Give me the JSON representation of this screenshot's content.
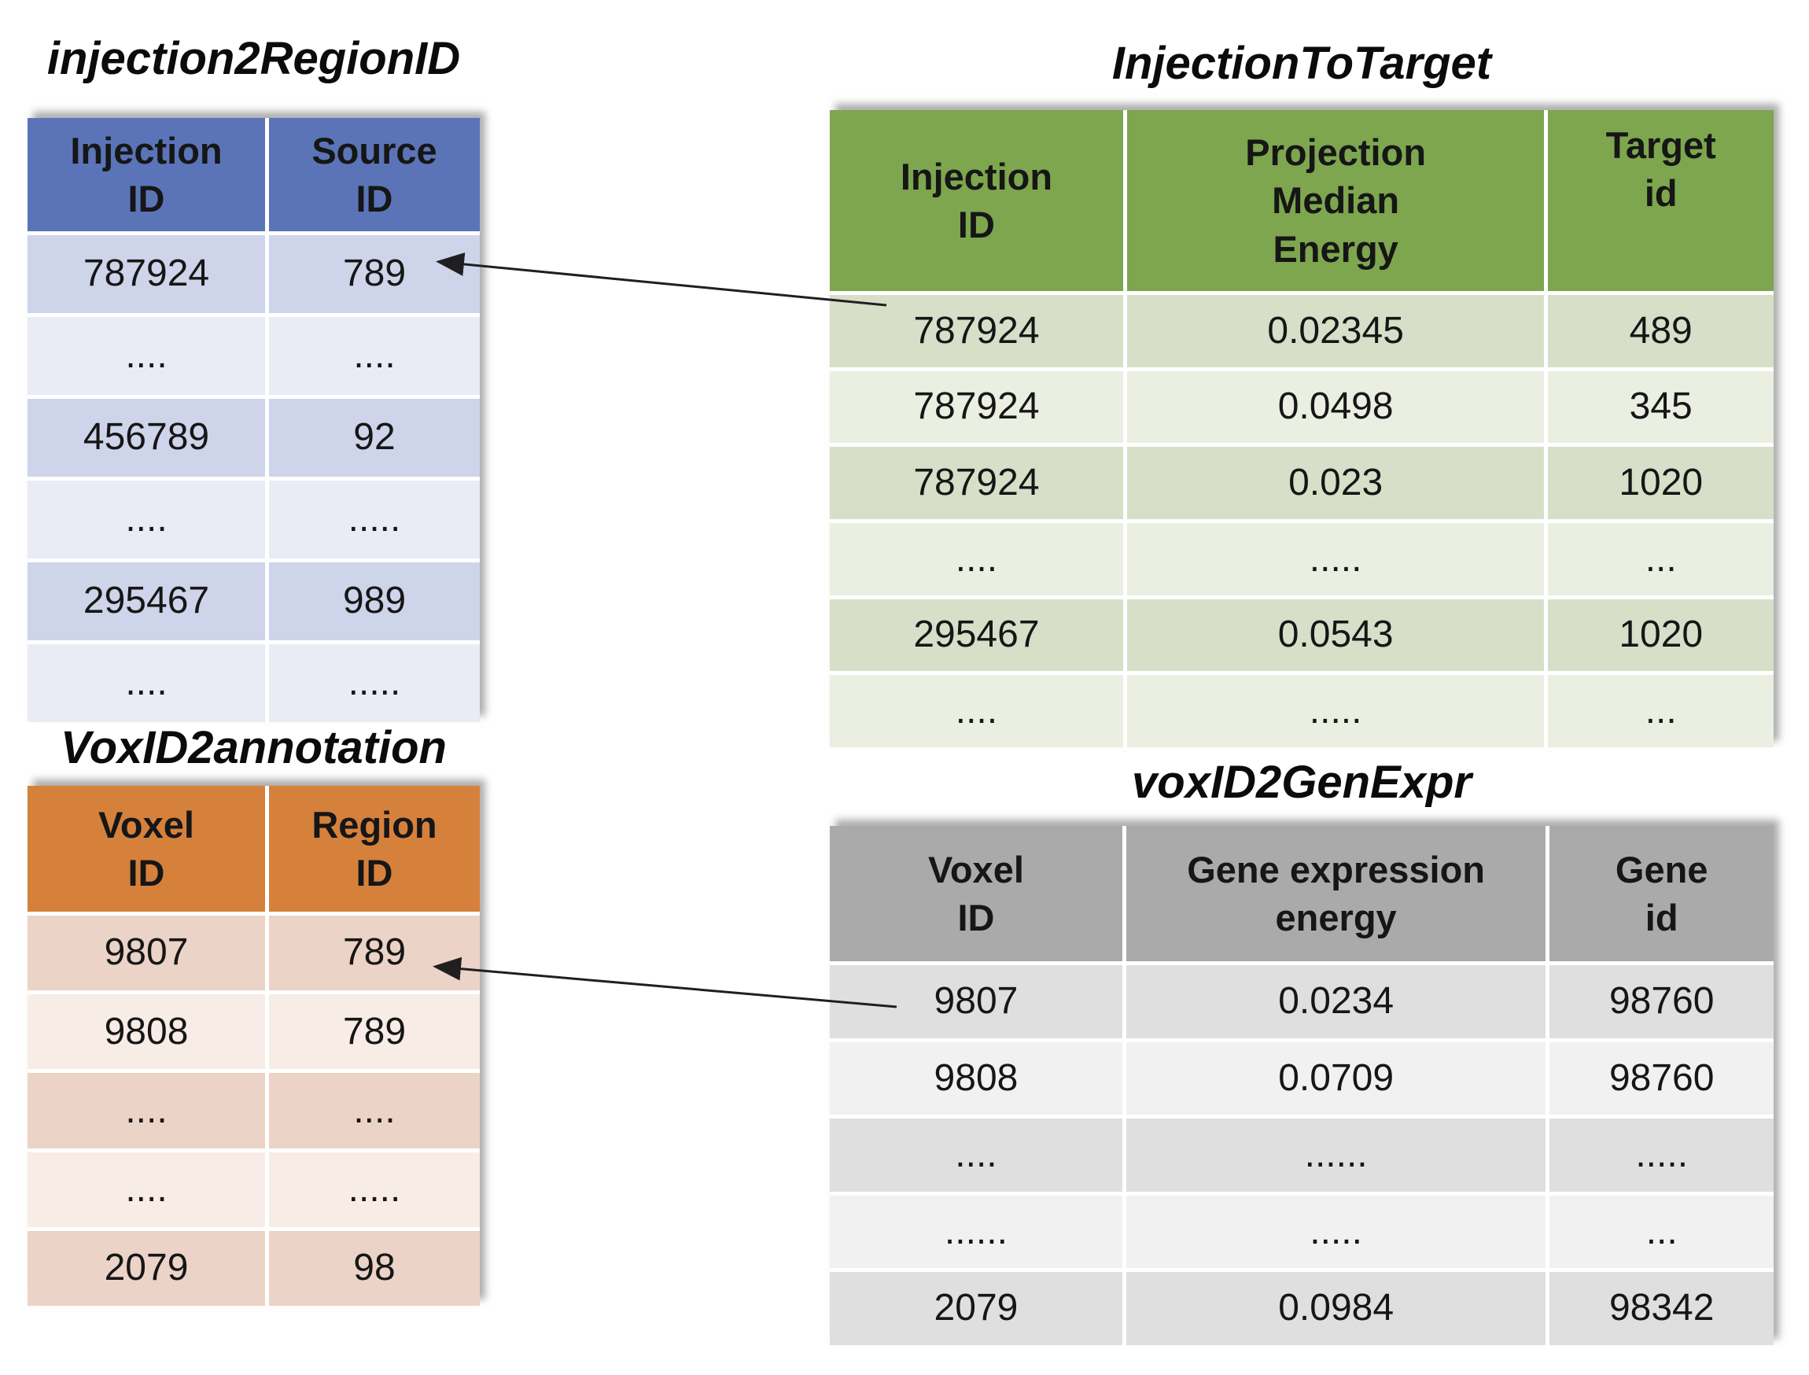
{
  "page": {
    "background": "#FFFFFF",
    "text_color": "#161616",
    "arrow_color": "#1f1f1f"
  },
  "tables": [
    {
      "id": "injection2RegionID",
      "title": "injection2RegionID",
      "colors": {
        "header": "#5A74B7",
        "band_dark": "#CED4E9",
        "band_light": "#EAECF5"
      },
      "columns": [
        "Injection\nID",
        "Source\nID"
      ],
      "rows": [
        [
          "787924",
          "789"
        ],
        [
          "....",
          "...."
        ],
        [
          "456789",
          "92"
        ],
        [
          "....",
          "....."
        ],
        [
          "295467",
          "989"
        ],
        [
          "....",
          "....."
        ]
      ]
    },
    {
      "id": "InjectionToTarget",
      "title": "InjectionToTarget",
      "colors": {
        "header": "#7DA64E",
        "band_dark": "#D8DFC9",
        "band_light": "#EAEFE2"
      },
      "columns": [
        "Injection\nID",
        "Projection\nMedian\nEnergy",
        "Target\nid"
      ],
      "rows": [
        [
          "787924",
          "0.02345",
          "489"
        ],
        [
          "787924",
          "0.0498",
          "345"
        ],
        [
          "787924",
          "0.023",
          "1020"
        ],
        [
          "....",
          ".....",
          "..."
        ],
        [
          "295467",
          "0.0543",
          "1020"
        ],
        [
          "....",
          ".....",
          "..."
        ]
      ]
    },
    {
      "id": "VoxID2annotation",
      "title": "VoxID2annotation",
      "colors": {
        "header": "#D5813C",
        "band_dark": "#EBD3C7",
        "band_light": "#F8ECE6"
      },
      "columns": [
        "Voxel\nID",
        "Region\nID"
      ],
      "rows": [
        [
          "9807",
          "789"
        ],
        [
          "9808",
          "789"
        ],
        [
          "....",
          "...."
        ],
        [
          "....",
          "....."
        ],
        [
          "2079",
          "98"
        ]
      ]
    },
    {
      "id": "voxID2GenExpr",
      "title": "voxID2GenExpr",
      "colors": {
        "header": "#AAAAAA",
        "band_dark": "#DFDFDF",
        "band_light": "#F1F1F1"
      },
      "columns": [
        "Voxel\nID",
        "Gene expression\nenergy",
        "Gene\nid"
      ],
      "rows": [
        [
          "9807",
          "0.0234",
          "98760"
        ],
        [
          "9808",
          "0.0709",
          "98760"
        ],
        [
          "....",
          "......",
          "....."
        ],
        [
          "......",
          ".....",
          "..."
        ],
        [
          "2079",
          "0.0984",
          "98342"
        ]
      ]
    }
  ],
  "arrows": [
    {
      "name": "injection-row-to-source-id-789"
    },
    {
      "name": "voxel-row-to-region-id-789"
    }
  ]
}
